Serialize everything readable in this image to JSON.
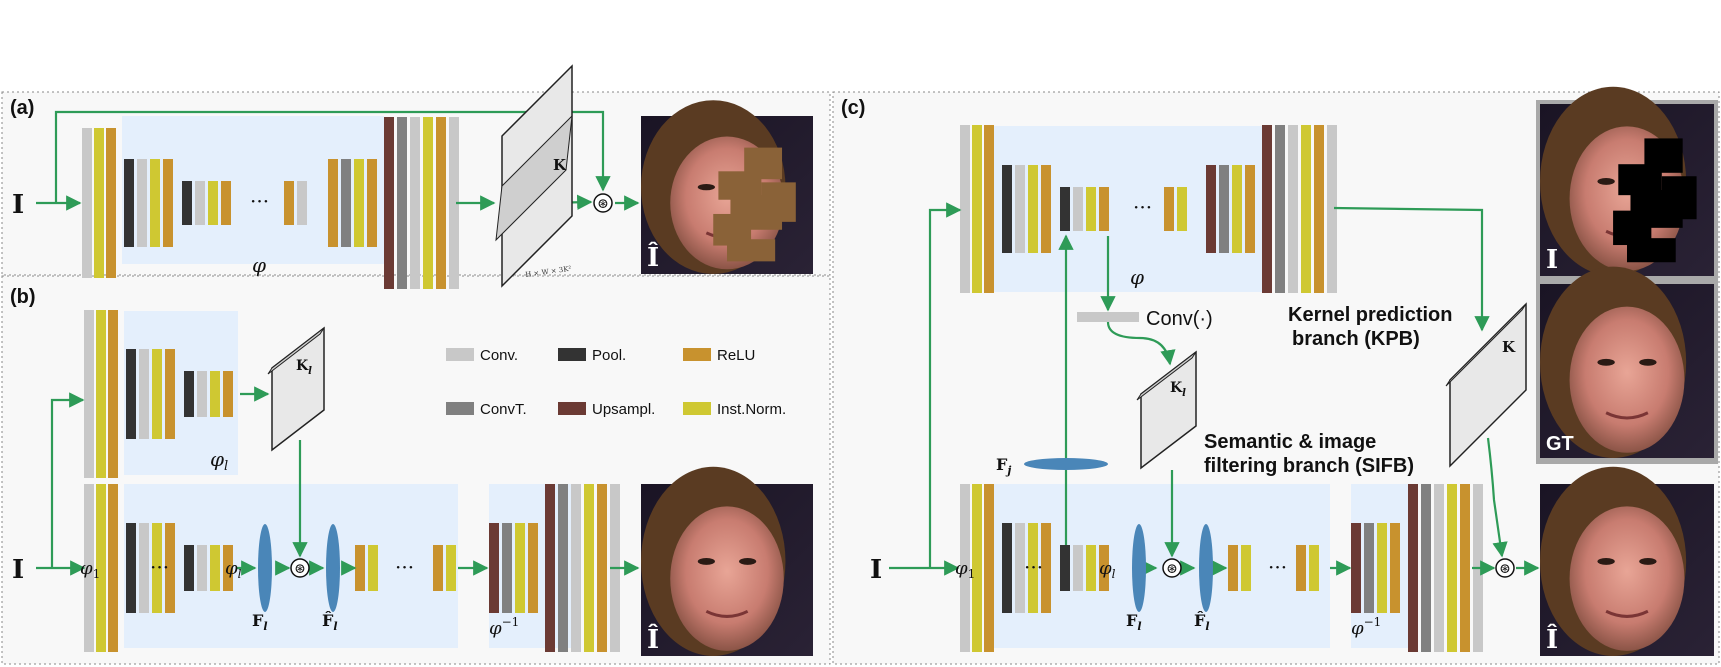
{
  "panels": {
    "a": {
      "label": "(a)"
    },
    "b": {
      "label": "(b)"
    },
    "c": {
      "label": "(c)"
    }
  },
  "symbols": {
    "input": "I",
    "output_hat": "Î",
    "kernel": "K",
    "kernel_l": "K",
    "kernel_l_sub": "l",
    "varphi": "φ",
    "varphi_l": "φ",
    "varphi_l_sub": "l",
    "phi1": "φ",
    "phi1_sub": "1",
    "phil": "φ",
    "phil_sub": "l",
    "phi_inv": "φ",
    "phi_inv_sup": "−1",
    "F_l": "F",
    "F_l_sub": "l",
    "F_hat_l": "F̂",
    "F_hat_l_sub": "l",
    "F_j": "F",
    "F_j_sub": "j",
    "dots": "···",
    "conv_op": "⊛",
    "kernel_dims": "H × W × 3K²"
  },
  "legend": [
    {
      "key": "conv",
      "label": "Conv.",
      "color": "#c8c8c8"
    },
    {
      "key": "pool",
      "label": "Pool.",
      "color": "#333333"
    },
    {
      "key": "relu",
      "label": "ReLU",
      "color": "#c8922e"
    },
    {
      "key": "convt",
      "label": "ConvT.",
      "color": "#808080"
    },
    {
      "key": "upsampl",
      "label": "Upsampl.",
      "color": "#6b3a34"
    },
    {
      "key": "instnorm",
      "label": "Inst.Norm.",
      "color": "#cfc832"
    }
  ],
  "labels": {
    "conv_fn": "Conv(·)",
    "kpb_line1": "Kernel prediction",
    "kpb_line2": "branch (KPB)",
    "sifb_line1": "Semantic & image",
    "sifb_line2": "filtering branch (SIFB)",
    "gt": "GT"
  },
  "colors": {
    "arrow": "#2e9b57",
    "block_bg": "#e4effc",
    "panel_bg": "#f8f8f8",
    "ellipse": "#4a86b8"
  },
  "images": {
    "a_output": "face-with-brown-patch",
    "b_output": "face",
    "c_input": "face-with-black-mask",
    "c_gt": "face",
    "c_output": "face"
  }
}
